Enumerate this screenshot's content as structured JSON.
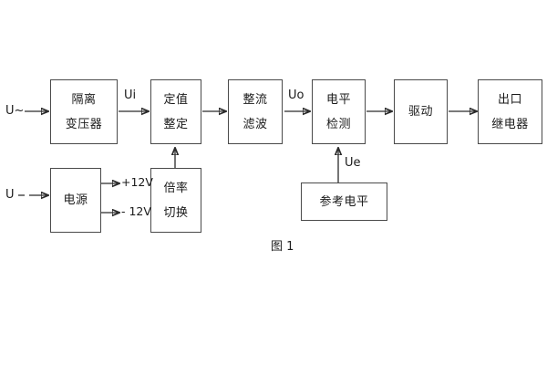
{
  "figure": {
    "caption": "图 1",
    "background_color": "#ffffff",
    "box_border_color": "#4a4a4a",
    "wire_color": "#2b2b2b",
    "text_color": "#1a1a1a"
  },
  "blocks": [
    {
      "id": "isolation-transformer",
      "lines": [
        "隔离",
        "变压器"
      ]
    },
    {
      "id": "setting-value",
      "lines": [
        "定值",
        "整定"
      ]
    },
    {
      "id": "rectifier-filter",
      "lines": [
        "整流",
        "滤波"
      ]
    },
    {
      "id": "level-detection",
      "lines": [
        "电平",
        "检测"
      ]
    },
    {
      "id": "drive",
      "lines": [
        "驱动"
      ]
    },
    {
      "id": "output-relay",
      "lines": [
        "出口",
        "继电器"
      ]
    },
    {
      "id": "power-supply",
      "lines": [
        "电源"
      ]
    },
    {
      "id": "multiplier-switch",
      "lines": [
        "倍率",
        "切换"
      ]
    },
    {
      "id": "reference-level",
      "lines": [
        "参考电平"
      ]
    }
  ],
  "labels": {
    "input_ac": "U~",
    "input_dc": "U",
    "ui": "Ui",
    "uo": "Uo",
    "ue": "Ue",
    "plus_12v": "+12V",
    "minus_12v": "- 12V"
  }
}
